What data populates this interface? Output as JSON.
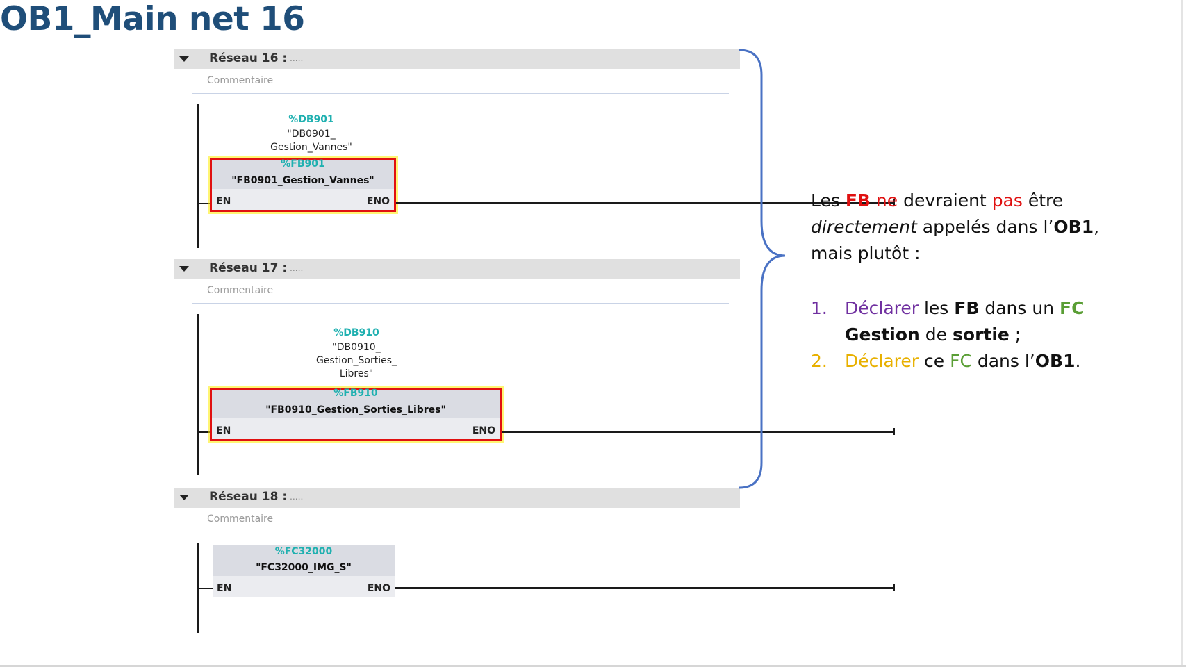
{
  "title": "OB1_Main net 16",
  "colors": {
    "title": "#1f4e79",
    "red": "#e01010",
    "purple": "#7030a0",
    "green": "#5a9e35",
    "orange": "#e8b000",
    "teal": "#1fb0b0",
    "brace": "#4a72c4"
  },
  "networks": [
    {
      "header": "Réseau 16 :",
      "dots": ".....",
      "comment": "Commentaire",
      "db_address": "%DB901",
      "db_name_lines": [
        "\"DB0901_",
        "Gestion_Vannes\""
      ],
      "block_address": "%FB901",
      "block_name": "\"FB0901_Gestion_Vannes\"",
      "en": "EN",
      "eno": "ENO",
      "highlighted": true
    },
    {
      "header": "Réseau 17 :",
      "dots": ".....",
      "comment": "Commentaire",
      "db_address": "%DB910",
      "db_name_lines": [
        "\"DB0910_",
        "Gestion_Sorties_",
        "Libres\""
      ],
      "block_address": "%FB910",
      "block_name": "\"FB0910_Gestion_Sorties_Libres\"",
      "en": "EN",
      "eno": "ENO",
      "highlighted": true
    },
    {
      "header": "Réseau 18 :",
      "dots": ".....",
      "comment": "Commentaire",
      "block_address": "%FC32000",
      "block_name": "\"FC32000_IMG_S\"",
      "en": "EN",
      "eno": "ENO",
      "highlighted": false
    }
  ],
  "note": {
    "p1": {
      "t1": "Les ",
      "t2": "FB",
      "t3": " ne",
      "t4": " devraient ",
      "t5": "pas",
      "t6": " être",
      "t7": "directement",
      "t8": " appelés dans l’",
      "t9": "OB1",
      "t10": ",",
      "t11": "mais plutôt :"
    },
    "list": [
      {
        "num": "1.",
        "a": "Déclarer",
        "b": " les ",
        "c": "FB",
        "d": " dans un ",
        "e": "FC",
        "f": "Gestion",
        "g": " de ",
        "h": "sortie",
        "i": " ;"
      },
      {
        "num": "2.",
        "a": "Déclarer",
        "b": " ce ",
        "c": "FC",
        "d": " dans l’",
        "e": "OB1",
        "f": "."
      }
    ]
  }
}
